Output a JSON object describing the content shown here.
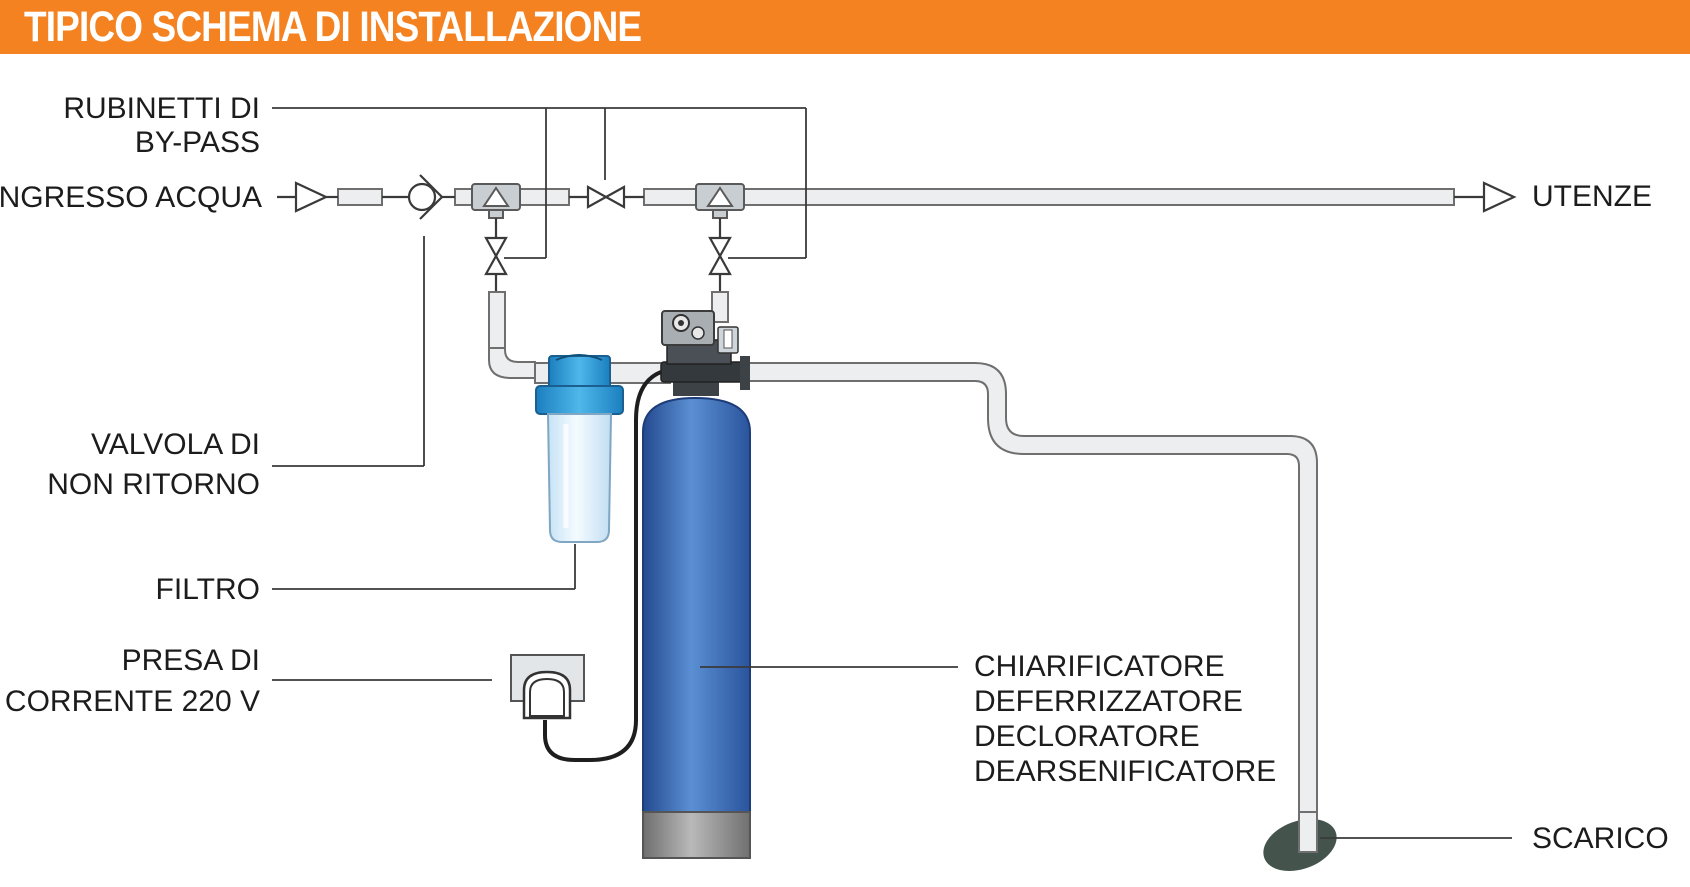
{
  "header": {
    "title": "TIPICO SCHEMA DI INSTALLAZIONE"
  },
  "labels": {
    "bypass": [
      "RUBINETTI DI",
      "BY-PASS"
    ],
    "inlet": "INGRESSO ACQUA",
    "check_valve": [
      "VALVOLA DI",
      "NON RITORNO"
    ],
    "filter": "FILTRO",
    "power": [
      "PRESA DI",
      "CORRENTE 220 V"
    ],
    "outlet": "UTENZE",
    "drain": "SCARICO",
    "unit": [
      "CHIARIFICATORE",
      "DEFERRIZZATORE",
      "DECLORATORE",
      "DEARSENIFICATORE"
    ]
  },
  "colors": {
    "header": "#f58220",
    "pipe_fill": "#eceef0",
    "pipe_stroke": "#6f6f6f",
    "filter_cap": "#2b9ad6",
    "filter_bowl": "#ddeffa",
    "tank_blue": "#3565b0",
    "tank_base": "#8e8e8e",
    "drain": "#44544c"
  }
}
